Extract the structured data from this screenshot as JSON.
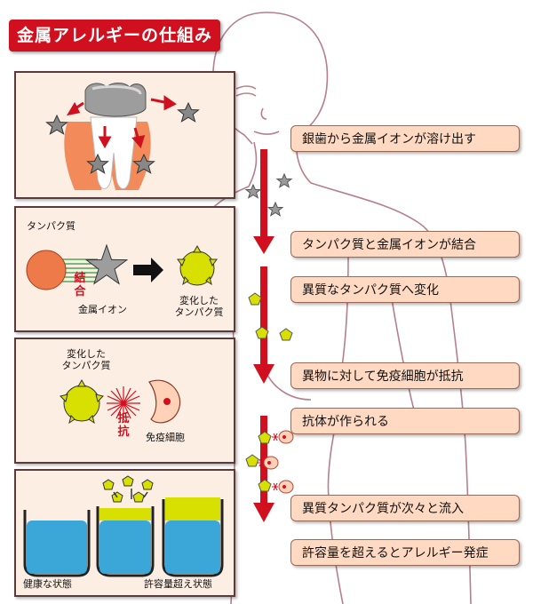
{
  "title": "金属アレルギーの仕組み",
  "panels": {
    "p2": {
      "protein": "タンパク質",
      "bind": "結合",
      "ion": "金属イオン",
      "changed": "変化した\nタンパク質"
    },
    "p3": {
      "changed": "変化した\nタンパク質",
      "resist": "抵抗",
      "immune": "免疫細胞"
    },
    "p4": {
      "healthy": "健康な状態",
      "over": "許容量超え状態"
    }
  },
  "steps": [
    "銀歯から金属イオンが溶け出す",
    "タンパク質と金属イオンが結合",
    "異質なタンパク質へ変化",
    "異物に対して免疫細胞が抵抗",
    "抗体が作られる",
    "異質タンパク質が次々と流入",
    "許容量を超えるとアレルギー発症"
  ],
  "colors": {
    "accent": "#d0101f",
    "panel_bg": "#fdeee3",
    "step_bg": "#ffd9c2",
    "antigen": "#d7e000",
    "water": "#3aa7d8"
  }
}
